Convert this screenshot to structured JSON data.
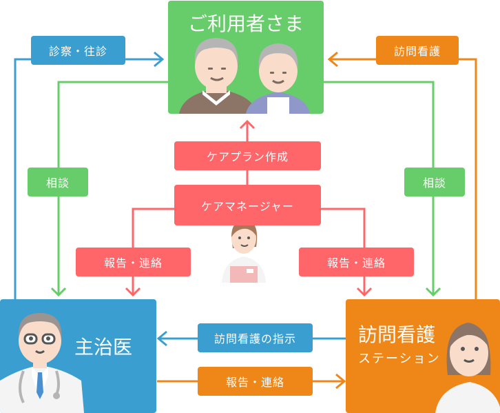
{
  "colors": {
    "blue": "#3a9fd0",
    "green": "#67cc6a",
    "orange": "#ee8618",
    "red": "#fe666a"
  },
  "nodes": {
    "users": {
      "title": "ご利用者さま"
    },
    "doctor": {
      "title": "主治医"
    },
    "station": {
      "title": "訪問看護",
      "subtitle": "ステーション"
    },
    "care_manager": {
      "title": "ケアマネージャー"
    }
  },
  "labels": {
    "exam_visit": "診察・往診",
    "home_nursing": "訪問看護",
    "consult_left": "相談",
    "consult_right": "相談",
    "care_plan": "ケアプラン作成",
    "report_left": "報告・連絡",
    "report_right": "報告・連絡",
    "nursing_instruction": "訪問看護の指示",
    "report_bottom": "報告・連絡"
  }
}
